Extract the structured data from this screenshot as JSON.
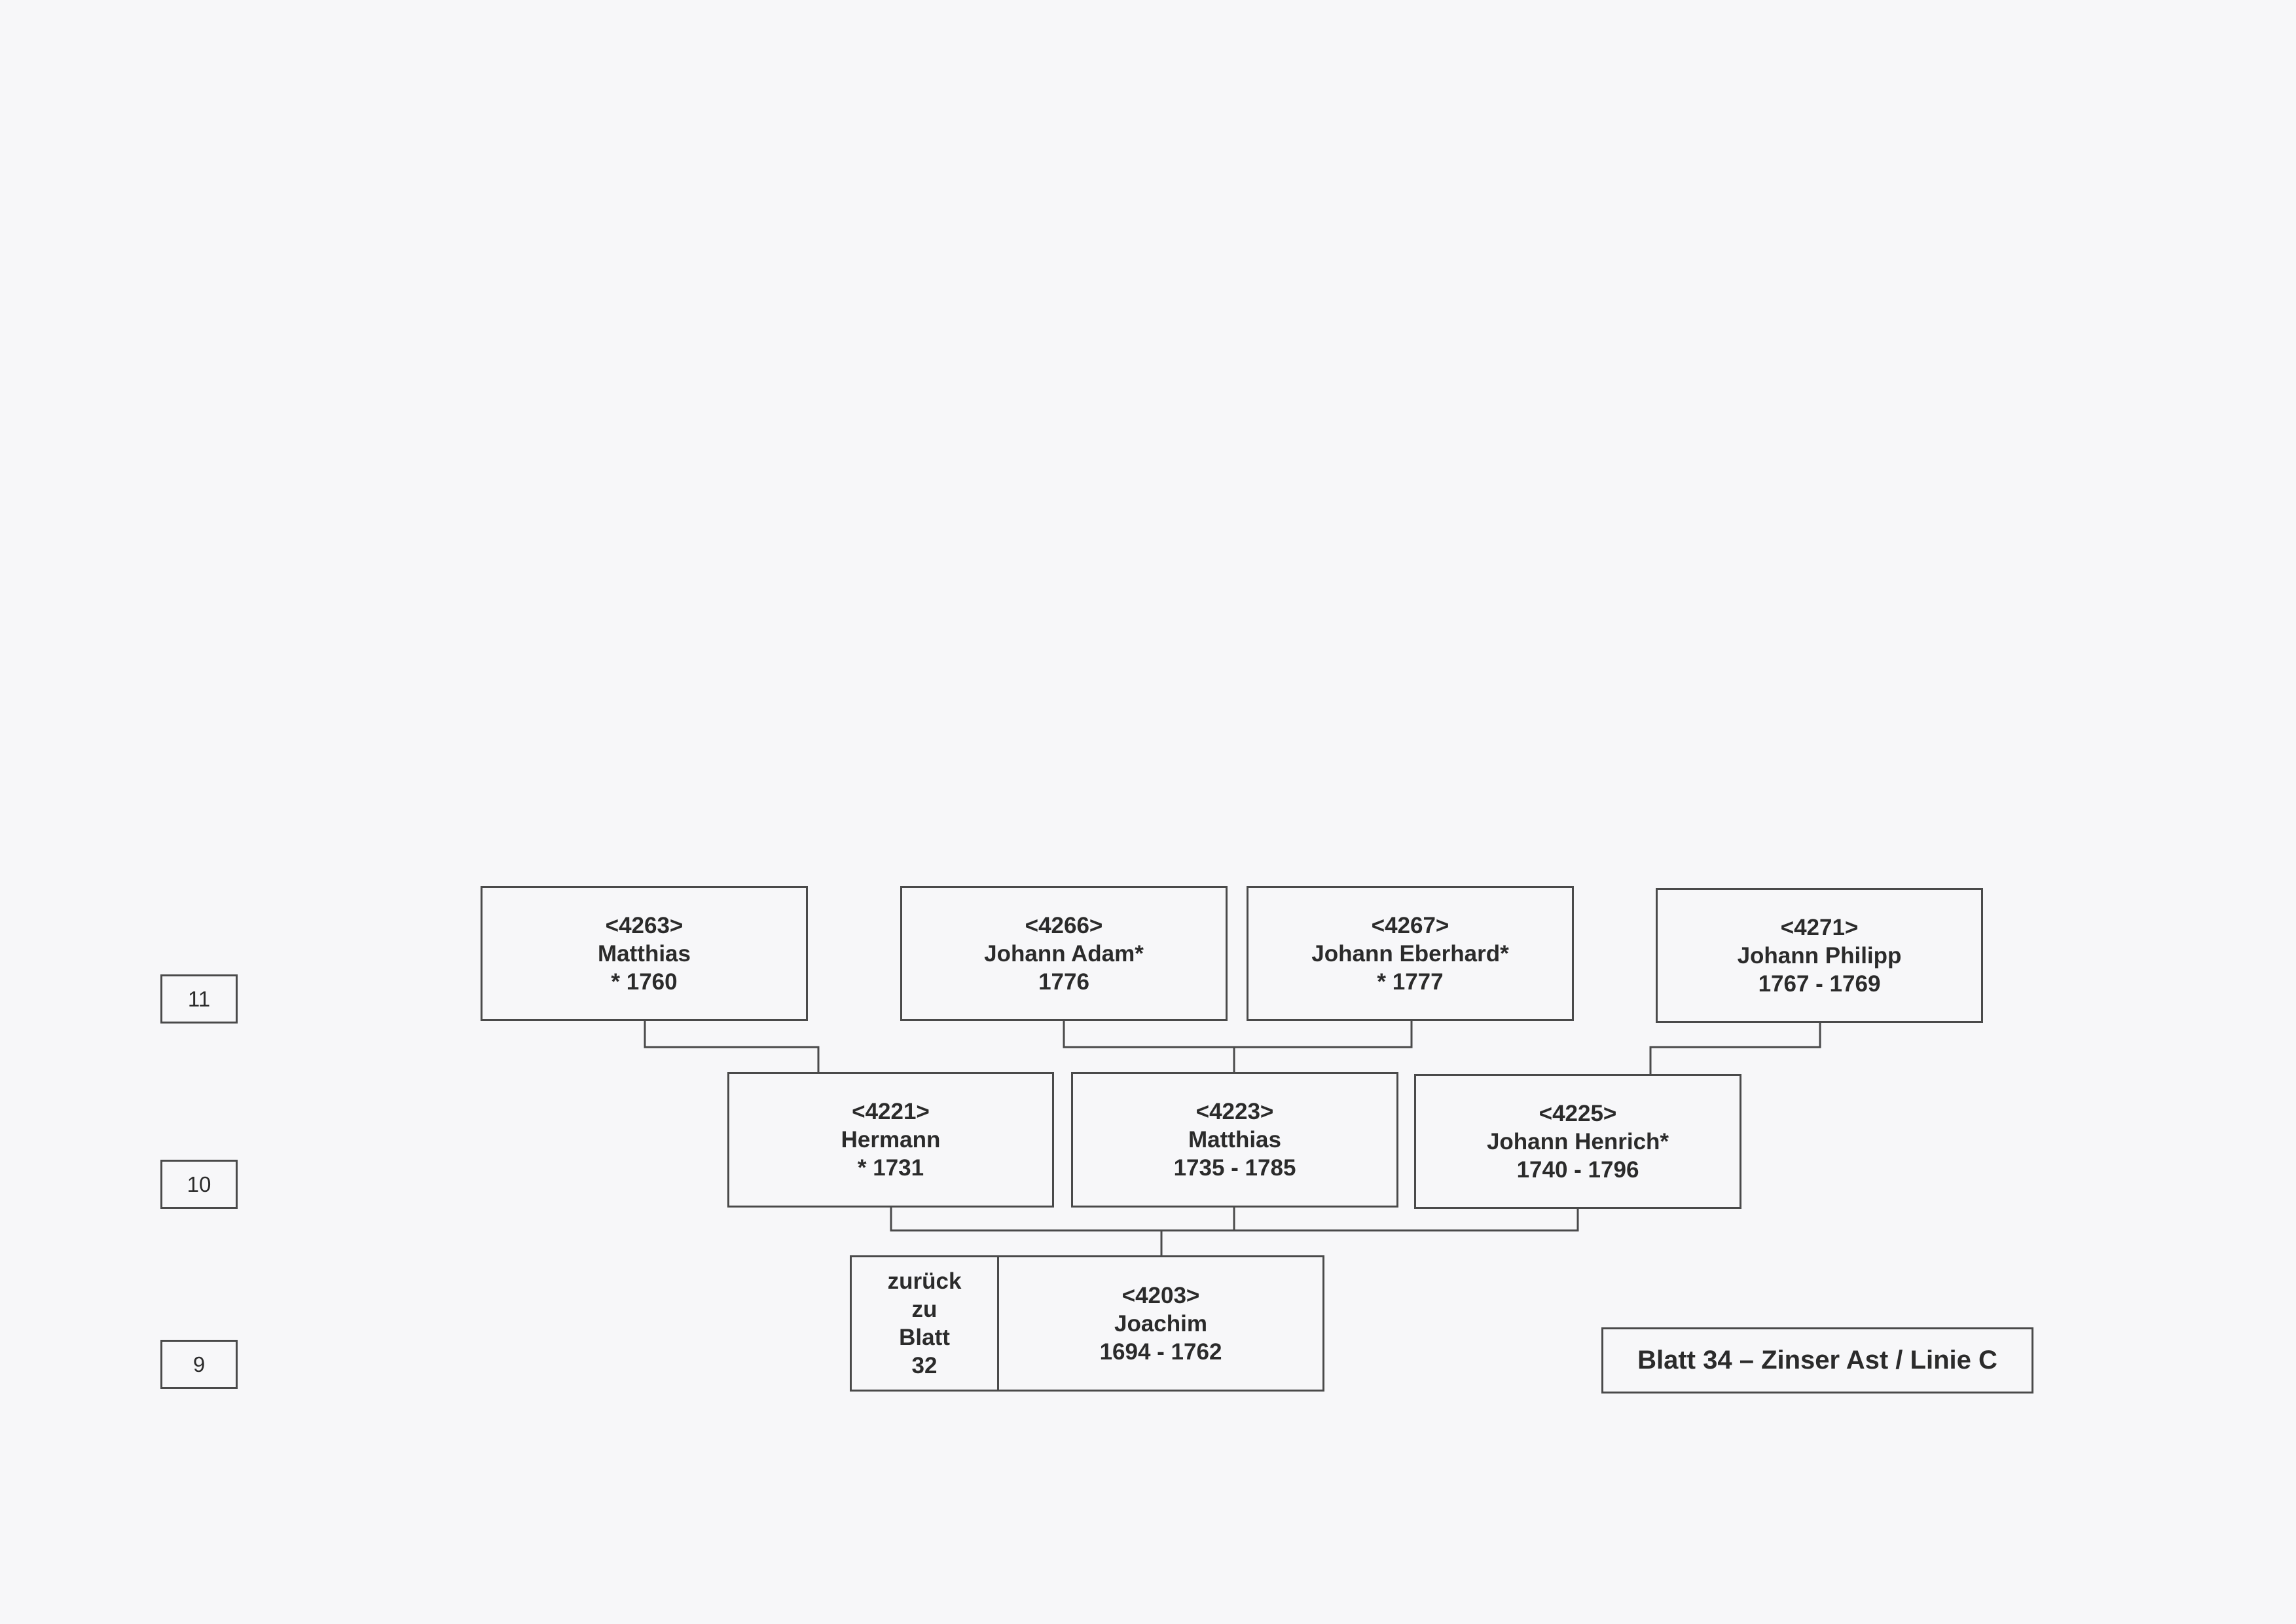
{
  "generations": [
    "11",
    "10",
    "9"
  ],
  "persons": {
    "p4263": {
      "id": "<4263>",
      "name": "Matthias",
      "dates": "* 1760"
    },
    "p4266": {
      "id": "<4266>",
      "name": "Johann Adam*",
      "dates": "1776"
    },
    "p4267": {
      "id": "<4267>",
      "name": "Johann Eberhard*",
      "dates": "* 1777"
    },
    "p4271": {
      "id": "<4271>",
      "name": "Johann Philipp",
      "dates": "1767 - 1769"
    },
    "p4221": {
      "id": "<4221>",
      "name": "Hermann",
      "dates": "* 1731"
    },
    "p4223": {
      "id": "<4223>",
      "name": "Matthias",
      "dates": "1735 - 1785"
    },
    "p4225": {
      "id": "<4225>",
      "name": "Johann Henrich*",
      "dates": "1740 - 1796"
    },
    "p4203": {
      "id": "<4203>",
      "name": "Joachim",
      "dates": "1694 - 1762"
    }
  },
  "back_link": {
    "line1": "zurück",
    "line2": "zu",
    "line3": "Blatt",
    "line4": "32"
  },
  "sheet_title": "Blatt 34 – Zinser Ast / Linie C"
}
